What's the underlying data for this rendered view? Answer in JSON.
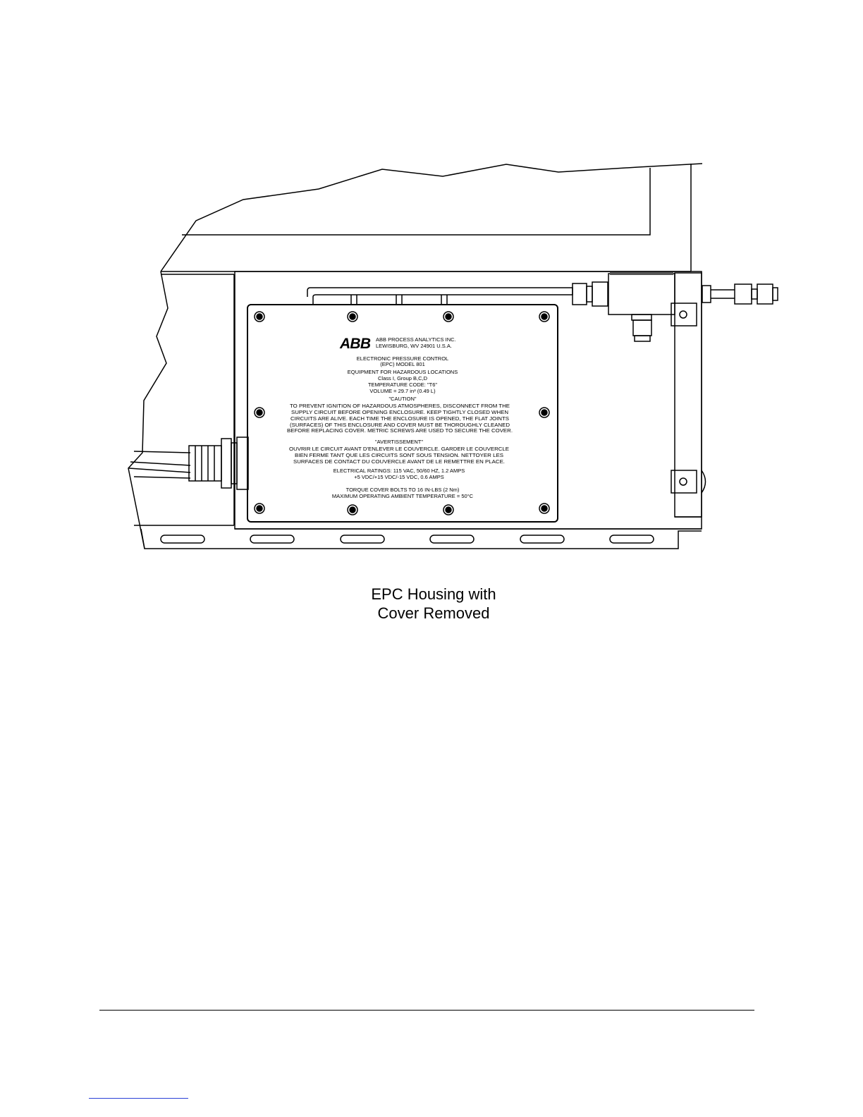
{
  "nameplate": {
    "logo": "ABB",
    "company": "ABB PROCESS ANALYTICS INC.",
    "address": "LEWISBURG, WV 24901 U.S.A.",
    "lines": [
      "ELECTRONIC PRESSURE CONTROL",
      "(EPC) MODEL 801",
      "EQUIPMENT FOR HAZARDOUS LOCATIONS",
      "Class I, Group B,C,D",
      "TEMPERATURE CODE: \"T6\"",
      "VOLUME = 29.7 in³ (0.49 L)",
      "\"CAUTION\"",
      "TO PREVENT IGNITION OF HAZARDOUS ATMOSPHERES, DISCONNECT FROM THE",
      "SUPPLY CIRCUIT BEFORE OPENING ENCLOSURE. KEEP TIGHTLY CLOSED WHEN",
      "CIRCUITS ARE ALIVE. EACH TIME THE ENCLOSURE IS OPENED, THE FLAT JOINTS",
      "(SURFACES) OF THIS ENCLOSURE AND COVER MUST BE THOROUGHLY CLEANED",
      "BEFORE REPLACING COVER. METRIC SCREWS ARE USED TO SECURE THE COVER.",
      "\"AVERTISSEMENT\"",
      "OUVRIR LE CIRCUIT AVANT D'ENLEVER LE COUVERCLE. GARDER LE COUVERCLE",
      "BIEN FERME TANT QUE LES CIRCUITS SONT SOUS TENSION. NETTOYER LES",
      "SURFACES DE CONTACT DU COUVERCLE AVANT DE LE REMETTRE EN PLACE.",
      "ELECTRICAL RATINGS: 115 VAC, 50/60 HZ, 1.2 AMPS",
      "+5 VDC/+15 VDC/-15 VDC, 0.6 AMPS",
      "TORQUE COVER BOLTS TO 16 IN-LBS (2 Nm)",
      "MAXIMUM OPERATING AMBIENT TEMPERATURE = 50°C"
    ]
  },
  "caption": {
    "line1": "EPC Housing with",
    "line2": "Cover Removed"
  }
}
